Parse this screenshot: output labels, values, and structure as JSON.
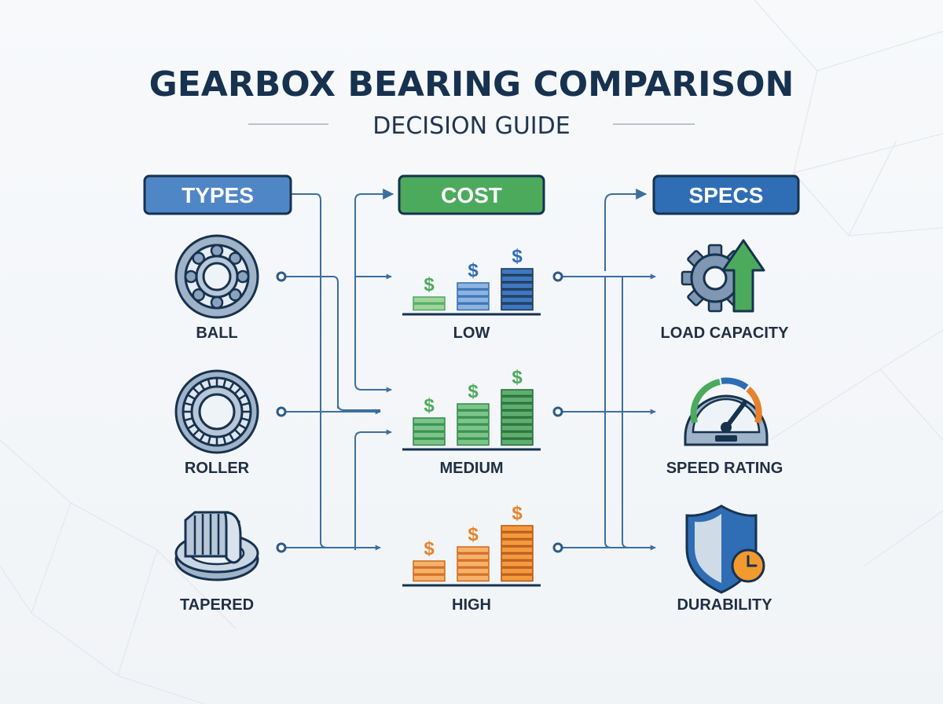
{
  "title": "GEARBOX BEARING COMPARISON",
  "subtitle": "DECISION GUIDE",
  "columns": {
    "types": {
      "header": "TYPES",
      "color": "#4f86c6",
      "items": [
        {
          "label": "BALL",
          "icon": "ball-bearing-icon"
        },
        {
          "label": "ROLLER",
          "icon": "roller-bearing-icon"
        },
        {
          "label": "TAPERED",
          "icon": "tapered-bearing-icon"
        }
      ]
    },
    "cost": {
      "header": "COST",
      "color": "#4caa5d",
      "items": [
        {
          "label": "LOW",
          "icon": "low-cost-bars-icon",
          "color": "#2f6db5"
        },
        {
          "label": "MEDIUM",
          "icon": "medium-cost-bars-icon",
          "color": "#3f9a55"
        },
        {
          "label": "HIGH",
          "icon": "high-cost-bars-icon",
          "color": "#e8822a"
        }
      ],
      "dollar_symbol": "$"
    },
    "specs": {
      "header": "SPECS",
      "color": "#2f6db5",
      "items": [
        {
          "label": "LOAD CAPACITY",
          "icon": "gear-arrow-icon"
        },
        {
          "label": "SPEED RATING",
          "icon": "speedometer-icon"
        },
        {
          "label": "DURABILITY",
          "icon": "shield-clock-icon"
        }
      ]
    }
  },
  "colors": {
    "navy": "#16324f",
    "connector": "#3c6f9e",
    "bearing": "#7f97b2",
    "green": "#4caa5d",
    "orange": "#e8822a",
    "blue": "#2f6db5"
  }
}
